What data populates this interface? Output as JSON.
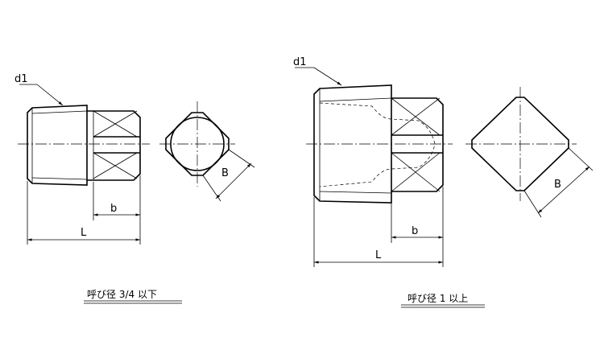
{
  "left_view": {
    "label_d1": "d1",
    "label_b": "b",
    "label_L": "L",
    "label_B": "B",
    "caption": "呼び径 3/4 以下"
  },
  "right_view": {
    "label_d1": "d1",
    "label_b": "b",
    "label_L": "L",
    "label_B": "B",
    "caption": "呼び径 1 以上"
  }
}
